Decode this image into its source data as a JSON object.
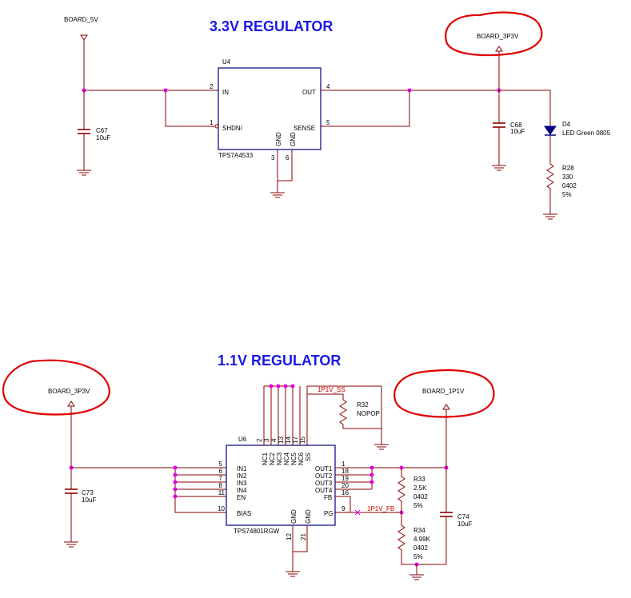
{
  "titles": {
    "reg33": "3.3V REGULATOR",
    "reg11": "1.1V REGULATOR"
  },
  "ports": {
    "board_5v": "BOARD_5V",
    "board_3p3v_top": "BOARD_3P3V",
    "board_3p3v_bottom": "BOARD_3P3V",
    "board_1p1v": "BOARD_1P1V"
  },
  "u4": {
    "ref": "U4",
    "part": "TPS7A4533",
    "pins": {
      "in_num": "2",
      "in_name": "IN",
      "shdn_num": "1",
      "shdn_name": "SHDN/",
      "out_num": "4",
      "out_name": "OUT",
      "sense_num": "5",
      "sense_name": "SENSE",
      "gnd1_num": "3",
      "gnd1_name": "GND",
      "gnd2_num": "6",
      "gnd2_name": "GND"
    }
  },
  "c67": {
    "ref": "C67",
    "value": "10uF"
  },
  "c68": {
    "ref": "C68",
    "value": "10uF"
  },
  "d4": {
    "ref": "D4",
    "value": "LED Green 0805"
  },
  "r28": {
    "ref": "R28",
    "value": "330",
    "size": "0402",
    "tol": "5%"
  },
  "u6": {
    "ref": "U6",
    "part": "TPS74801RGW",
    "left_pins": [
      {
        "num": "5",
        "name": "IN1"
      },
      {
        "num": "6",
        "name": "IN2"
      },
      {
        "num": "7",
        "name": "IN3"
      },
      {
        "num": "8",
        "name": "IN4"
      },
      {
        "num": "11",
        "name": "EN"
      },
      {
        "num": "10",
        "name": "BIAS"
      }
    ],
    "right_pins": [
      {
        "num": "1",
        "name": "OUT1"
      },
      {
        "num": "18",
        "name": "OUT2"
      },
      {
        "num": "19",
        "name": "OUT3"
      },
      {
        "num": "20",
        "name": "OUT4"
      },
      {
        "num": "16",
        "name": "FB"
      },
      {
        "num": "9",
        "name": "PG"
      }
    ],
    "top_pins": [
      {
        "num": "2",
        "name": "NC1"
      },
      {
        "num": "3",
        "name": "NC2"
      },
      {
        "num": "4",
        "name": "NC3"
      },
      {
        "num": "13",
        "name": "NC4"
      },
      {
        "num": "14",
        "name": "NC5"
      },
      {
        "num": "17",
        "name": "NC6"
      },
      {
        "num": "15",
        "name": "SS"
      }
    ],
    "bottom_pins": [
      {
        "num": "12",
        "name": "GND"
      },
      {
        "num": "21",
        "name": "GND"
      }
    ]
  },
  "nets": {
    "ss": "1P1V_SS",
    "fb": "1P1V_FB"
  },
  "r32": {
    "ref": "R32",
    "value": "NOPOP"
  },
  "r33": {
    "ref": "R33",
    "value": "2.5K",
    "size": "0402",
    "tol": "5%"
  },
  "r34": {
    "ref": "R34",
    "value": "4.99K",
    "size": "0402",
    "tol": "5%"
  },
  "c73": {
    "ref": "C73",
    "value": "10uF"
  },
  "c74": {
    "ref": "C74",
    "value": "10uF"
  },
  "colors": {
    "title": "#1a1ae6",
    "wire": "#8b0000",
    "body": "#000080",
    "junction": "#e000e0",
    "highlight": "#e00000",
    "net_label": "#cc0000"
  }
}
